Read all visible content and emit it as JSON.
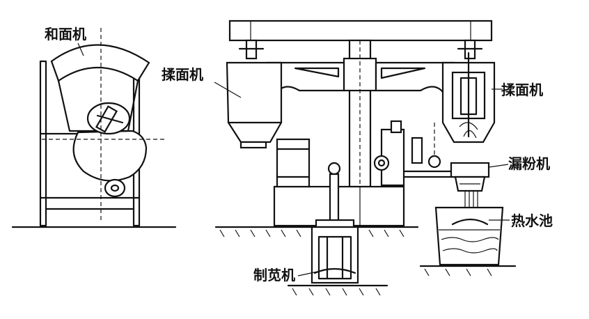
{
  "figure": {
    "labels": {
      "mixer": "和面机",
      "kneader_left": "揉面机",
      "kneader_right": "揉面机",
      "extruder": "漏粉机",
      "hot_water_tank": "热水池",
      "cutter": "制苋机"
    }
  }
}
